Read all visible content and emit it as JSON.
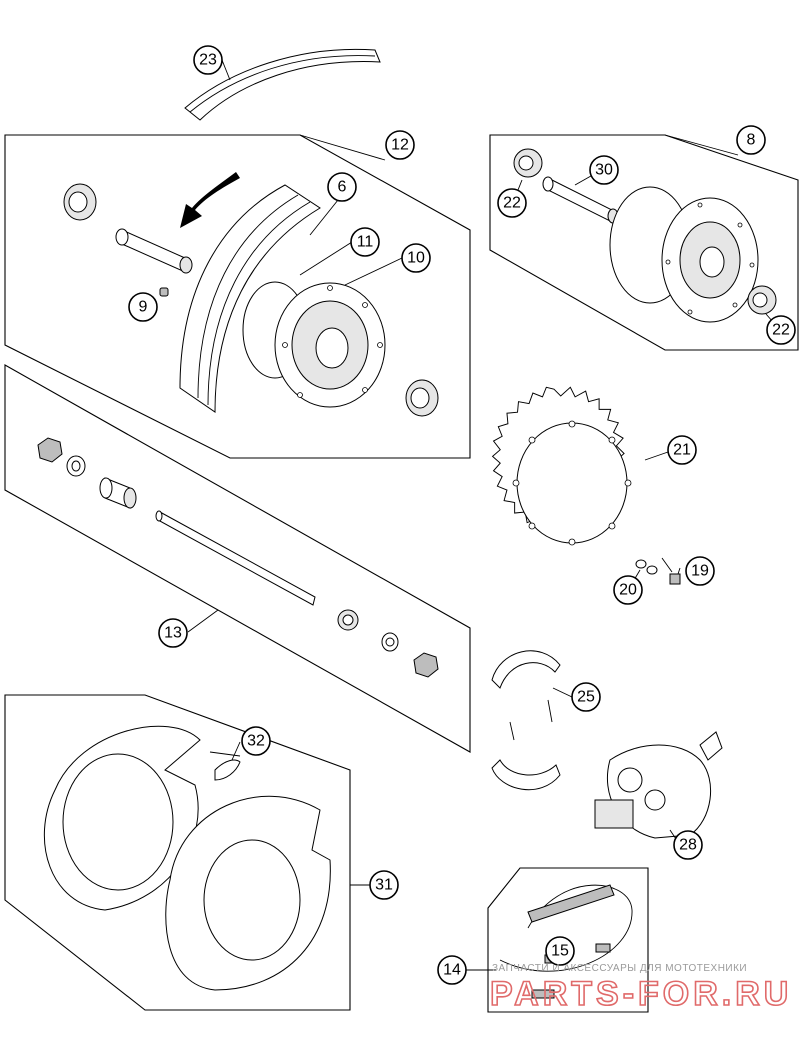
{
  "diagram": {
    "callouts": {
      "c23": "23",
      "c12": "12",
      "c6": "6",
      "c11": "11",
      "c10": "10",
      "c9": "9",
      "c8": "8",
      "c30": "30",
      "c22a": "22",
      "c22b": "22",
      "c21": "21",
      "c19": "19",
      "c20": "20",
      "c13": "13",
      "c25": "25",
      "c32": "32",
      "c28": "28",
      "c31": "31",
      "c15": "15",
      "c14": "14"
    }
  },
  "watermark": {
    "tagline": "ЗАПЧАСТИ И АКСЕССУАРЫ ДЛЯ МОТОТЕХНИКИ",
    "brand": "PARTS-FOR.RU"
  },
  "colors": {
    "line": "#000000",
    "watermark_text": "#9a9a9a",
    "watermark_brand": "#e06a6a"
  }
}
